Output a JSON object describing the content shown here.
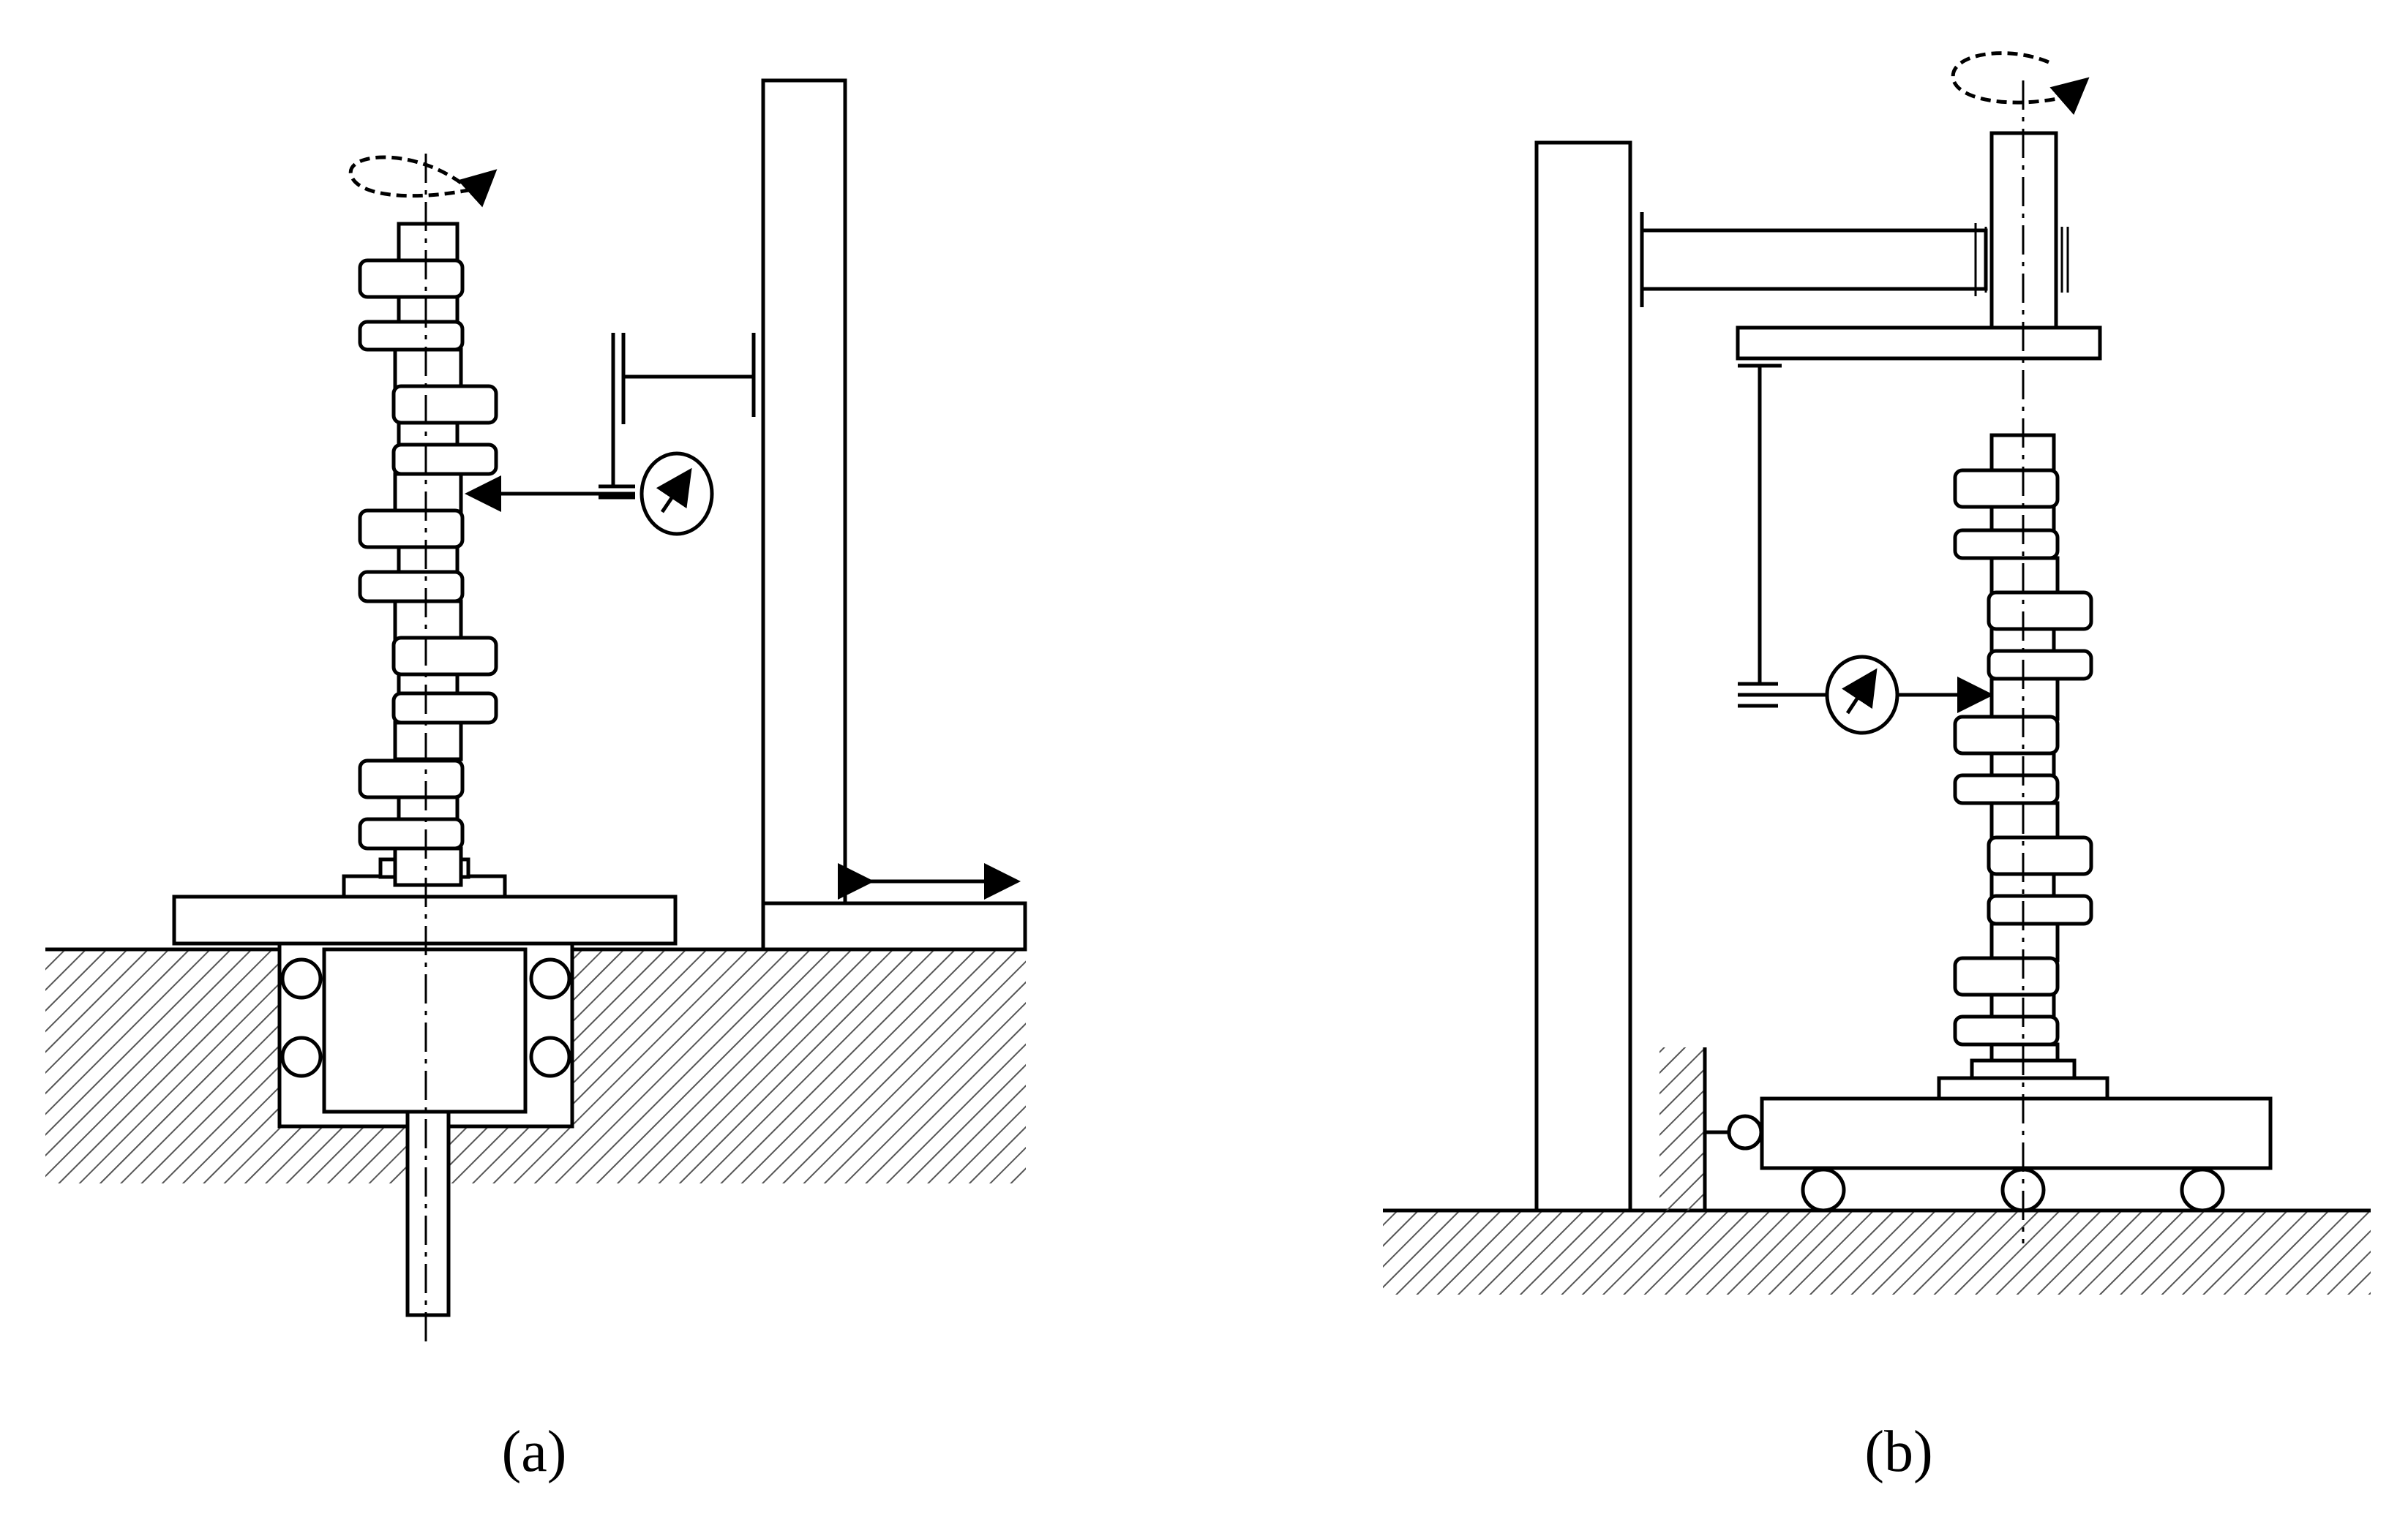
{
  "figure": {
    "panels": [
      {
        "id": "a",
        "label": "(a)"
      },
      {
        "id": "b",
        "label": "(b)"
      }
    ],
    "colors": {
      "line": "#000000",
      "hatch": "#555555",
      "background": "#ffffff"
    },
    "symbols": [
      "rotation-arrow-icon",
      "dial-indicator-icon",
      "double-arrow-icon",
      "roller-icon"
    ]
  }
}
